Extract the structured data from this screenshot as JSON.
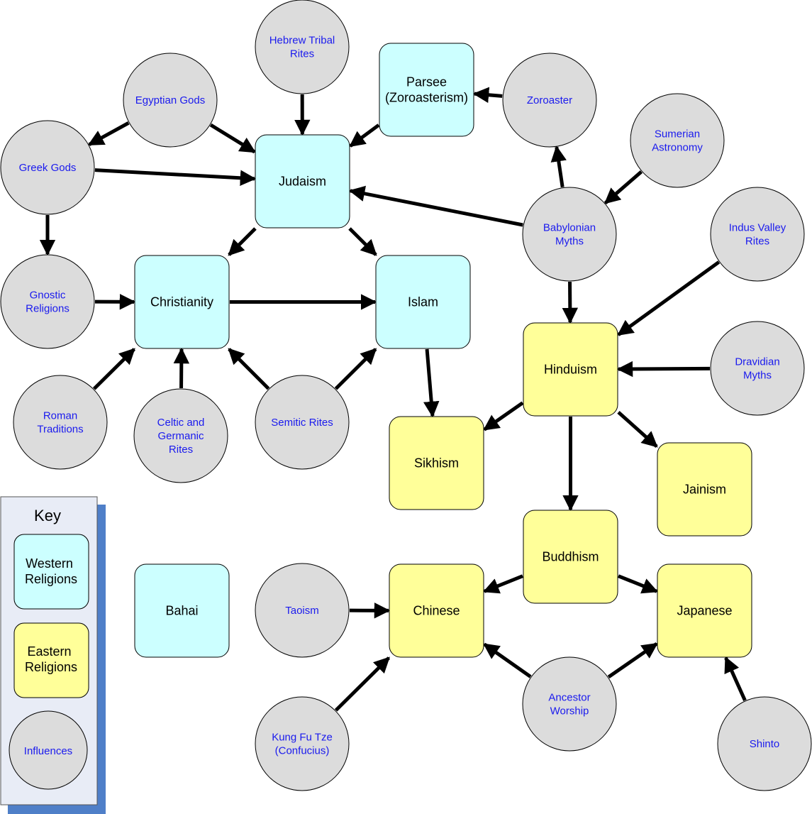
{
  "colors": {
    "western": "#ccffff",
    "eastern": "#ffff99",
    "influence": "#dcdcdc",
    "stroke": "#000000",
    "influence_text": "#1a1aee",
    "key_panel": "#e8ecf6",
    "key_shadow": "#4f7fc8"
  },
  "influences": [
    {
      "id": "hebrew",
      "lines": [
        "Hebrew Tribal",
        "Rites"
      ]
    },
    {
      "id": "egyptian",
      "lines": [
        "Egyptian Gods"
      ]
    },
    {
      "id": "greek",
      "lines": [
        "Greek Gods"
      ]
    },
    {
      "id": "gnostic",
      "lines": [
        "Gnostic",
        "Religions"
      ]
    },
    {
      "id": "roman",
      "lines": [
        "Roman",
        "Traditions"
      ]
    },
    {
      "id": "celtic",
      "lines": [
        "Celtic and",
        "Germanic",
        "Rites"
      ]
    },
    {
      "id": "semitic",
      "lines": [
        "Semitic Rites"
      ]
    },
    {
      "id": "zoroaster",
      "lines": [
        "Zoroaster"
      ]
    },
    {
      "id": "sumerian",
      "lines": [
        "Sumerian",
        "Astronomy"
      ]
    },
    {
      "id": "babylonian",
      "lines": [
        "Babylonian",
        "Myths"
      ]
    },
    {
      "id": "indus",
      "lines": [
        "Indus Valley",
        "Rites"
      ]
    },
    {
      "id": "dravidian",
      "lines": [
        "Dravidian",
        "Myths"
      ]
    },
    {
      "id": "taoism",
      "lines": [
        "Taoism"
      ]
    },
    {
      "id": "kungfu",
      "lines": [
        "Kung Fu Tze",
        "(Confucius)"
      ]
    },
    {
      "id": "ancestor",
      "lines": [
        "Ancestor",
        "Worship"
      ]
    },
    {
      "id": "shinto",
      "lines": [
        "Shinto"
      ]
    }
  ],
  "religions": [
    {
      "id": "judaism",
      "group": "western",
      "lines": [
        "Judaism"
      ]
    },
    {
      "id": "parsee",
      "group": "western",
      "lines": [
        "Parsee",
        "(Zoroasterism)"
      ]
    },
    {
      "id": "christianity",
      "group": "western",
      "lines": [
        "Christianity"
      ]
    },
    {
      "id": "islam",
      "group": "western",
      "lines": [
        "Islam"
      ]
    },
    {
      "id": "bahai",
      "group": "western",
      "lines": [
        "Bahai"
      ]
    },
    {
      "id": "hinduism",
      "group": "eastern",
      "lines": [
        "Hinduism"
      ]
    },
    {
      "id": "sikhism",
      "group": "eastern",
      "lines": [
        "Sikhism"
      ]
    },
    {
      "id": "jainism",
      "group": "eastern",
      "lines": [
        "Jainism"
      ]
    },
    {
      "id": "buddhism",
      "group": "eastern",
      "lines": [
        "Buddhism"
      ]
    },
    {
      "id": "chinese",
      "group": "eastern",
      "lines": [
        "Chinese"
      ]
    },
    {
      "id": "japanese",
      "group": "eastern",
      "lines": [
        "Japanese"
      ]
    }
  ],
  "edges": [
    {
      "from": "hebrew",
      "to": "judaism"
    },
    {
      "from": "egyptian",
      "to": "judaism"
    },
    {
      "from": "egyptian",
      "to": "greek"
    },
    {
      "from": "greek",
      "to": "judaism"
    },
    {
      "from": "greek",
      "to": "gnostic"
    },
    {
      "from": "parsee",
      "to": "judaism"
    },
    {
      "from": "zoroaster",
      "to": "parsee"
    },
    {
      "from": "babylonian",
      "to": "zoroaster"
    },
    {
      "from": "sumerian",
      "to": "babylonian"
    },
    {
      "from": "babylonian",
      "to": "judaism"
    },
    {
      "from": "babylonian",
      "to": "hinduism"
    },
    {
      "from": "judaism",
      "to": "christianity"
    },
    {
      "from": "judaism",
      "to": "islam"
    },
    {
      "from": "gnostic",
      "to": "christianity"
    },
    {
      "from": "christianity",
      "to": "islam"
    },
    {
      "from": "roman",
      "to": "christianity"
    },
    {
      "from": "celtic",
      "to": "christianity"
    },
    {
      "from": "semitic",
      "to": "christianity"
    },
    {
      "from": "semitic",
      "to": "islam"
    },
    {
      "from": "islam",
      "to": "sikhism"
    },
    {
      "from": "indus",
      "to": "hinduism"
    },
    {
      "from": "dravidian",
      "to": "hinduism"
    },
    {
      "from": "hinduism",
      "to": "sikhism"
    },
    {
      "from": "hinduism",
      "to": "jainism"
    },
    {
      "from": "hinduism",
      "to": "buddhism"
    },
    {
      "from": "buddhism",
      "to": "chinese"
    },
    {
      "from": "buddhism",
      "to": "japanese"
    },
    {
      "from": "taoism",
      "to": "chinese"
    },
    {
      "from": "kungfu",
      "to": "chinese"
    },
    {
      "from": "ancestor",
      "to": "chinese"
    },
    {
      "from": "ancestor",
      "to": "japanese"
    },
    {
      "from": "shinto",
      "to": "japanese"
    }
  ],
  "key": {
    "title": "Key",
    "western_lines": [
      "Western",
      "Religions"
    ],
    "eastern_lines": [
      "Eastern",
      "Religions"
    ],
    "influence_lines": [
      "Influences"
    ]
  }
}
